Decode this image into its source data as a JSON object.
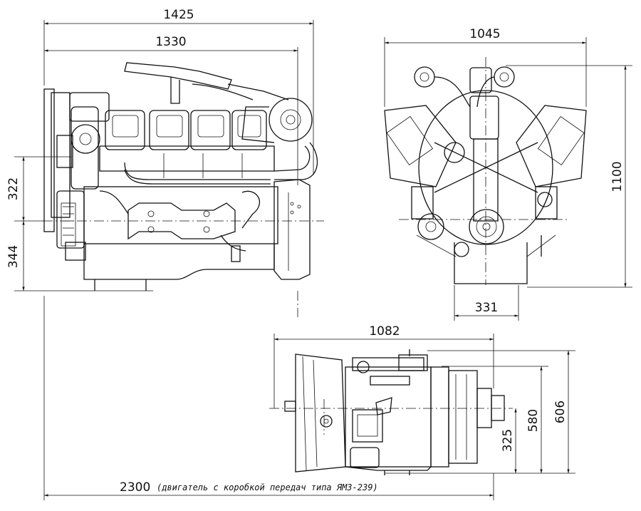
{
  "dimensions": {
    "engine_length_overall": "1425",
    "engine_length": "1330",
    "engine_width": "1045",
    "engine_height": "1100",
    "crank_axis_upper": "322",
    "crank_axis_lower": "344",
    "oil_pan_width": "331",
    "gearbox_length": "1082",
    "gearbox_height_606": "606",
    "gearbox_height_580": "580",
    "gearbox_axis_height": "325",
    "total_length_value": "2300",
    "total_length_note": "(двигатель с коробкой передач типа ЯМЗ-239)"
  }
}
